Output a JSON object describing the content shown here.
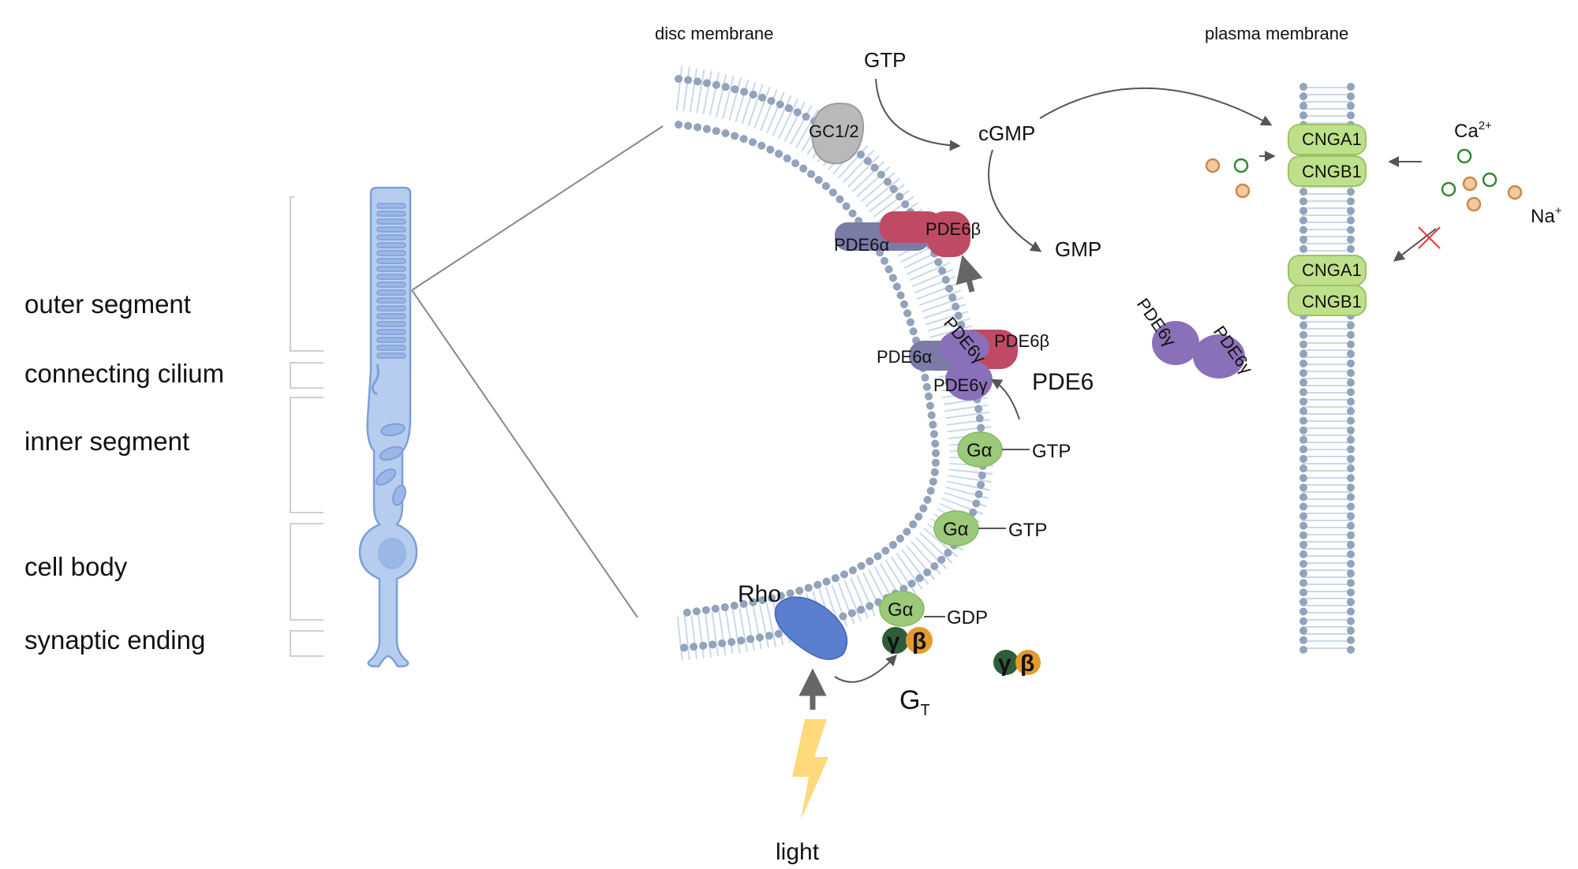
{
  "segments": {
    "outer": "outer segment",
    "cilium": "connecting cilium",
    "inner": "inner segment",
    "body": "cell body",
    "synaptic": "synaptic ending"
  },
  "headers": {
    "disc": "disc membrane",
    "plasma": "plasma membrane"
  },
  "molecules": {
    "gtp_top": "GTP",
    "cgmp": "cGMP",
    "gmp": "GMP",
    "gc": "GC1/2",
    "pde6b_top": "PDE6β",
    "pde6a_top": "PDE6α",
    "pde6g_rot": "PDE6γ",
    "pde6b_mid": "PDE6β",
    "pde6a_mid": "PDE6α",
    "pde6g_mid": "PDE6γ",
    "pde6": "PDE6",
    "ga1": "Gα",
    "gtp1": "GTP",
    "ga2": "Gα",
    "gtp2": "GTP",
    "ga3": "Gα",
    "gdp": "GDP",
    "gamma": "γ",
    "beta": "β",
    "gamma2": "γ",
    "beta2": "β",
    "rho": "Rho",
    "gt": "G",
    "gt_sub": "T",
    "light": "light",
    "free_pde6g_1": "PDE6γ",
    "free_pde6g_2": "PDE6γ",
    "cnga1_top": "CNGA1",
    "cngb1_top": "CNGB1",
    "cnga1_bot": "CNGA1",
    "cngb1_bot": "CNGB1",
    "ca": "Ca",
    "ca_sup": "2+",
    "na": "Na",
    "na_sup": "+"
  },
  "colors": {
    "membrane_bead": "#93a3bc",
    "membrane_tail": "#c9d8ec",
    "rod_fill": "#b7cdf0",
    "rod_stroke": "#7d9fd6",
    "pde6a": "#7b7ba8",
    "pde6b": "#c04a64",
    "pde6g": "#8a70b8",
    "galpha": "#9cc97a",
    "gbeta": "#e59a2e",
    "ggamma": "#2f5d3b",
    "rho": "#5b7fcf",
    "gc": "#b9b9b9",
    "cng": "#bfe08a",
    "ca_ion": "#2f8a2f",
    "na_ion": "#c98a4e",
    "light": "#ffd97a",
    "arrow": "#555555"
  }
}
